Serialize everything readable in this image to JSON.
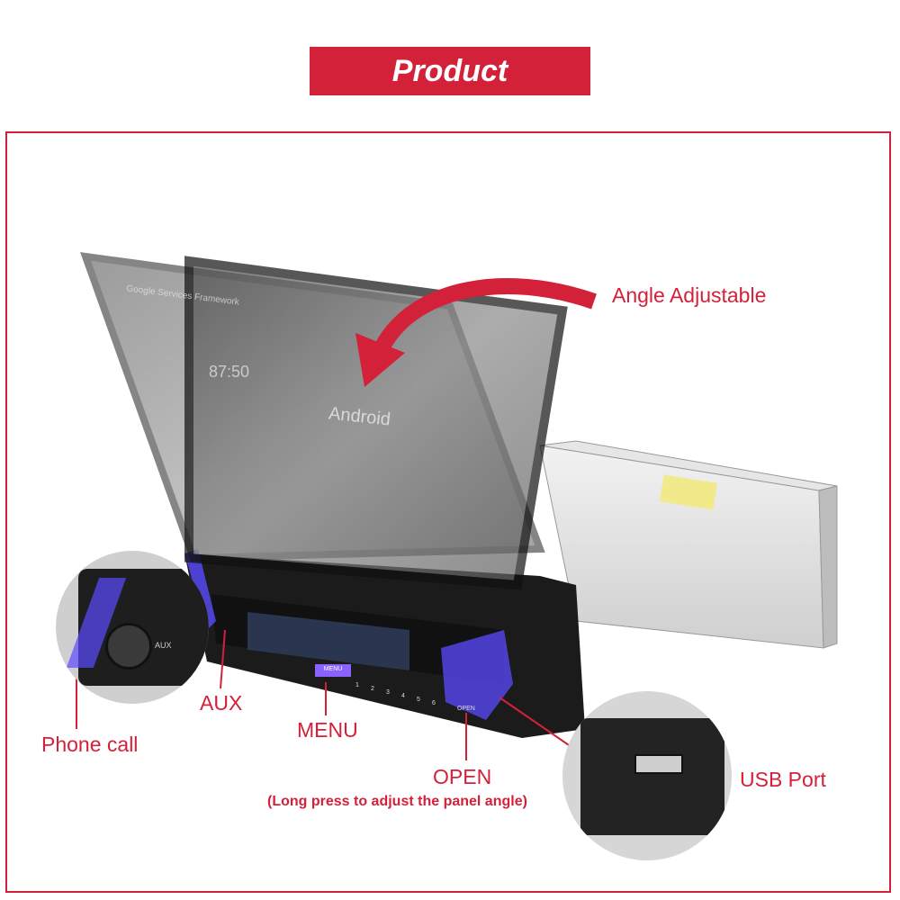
{
  "banner": {
    "title": "Product"
  },
  "screen": {
    "brand_text": "Android",
    "clock": "87:50",
    "status_text": "Google Services Framework"
  },
  "labels": {
    "angle": "Angle Adjustable",
    "aux": "AUX",
    "menu": "MENU",
    "phone": "Phone call",
    "open": "OPEN",
    "open_note": "(Long press to adjust the panel angle)",
    "usb": "USB Port"
  },
  "buttons": {
    "menu": "MENU",
    "open": "OPEN",
    "aux_small": "AUX",
    "presets": [
      "1",
      "2",
      "3",
      "4",
      "5",
      "6"
    ]
  },
  "colors": {
    "accent": "#d3213a",
    "led": "#5a4bff"
  }
}
